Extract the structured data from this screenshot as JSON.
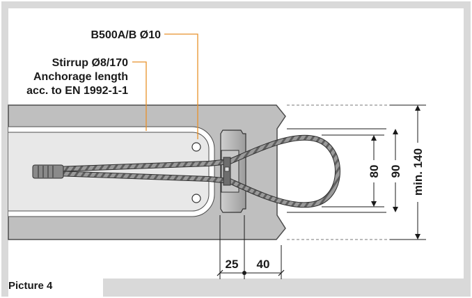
{
  "labels": {
    "rebar": "B500A/B Ø10",
    "stirrup": "Stirrup Ø8/170",
    "anchorage_1": "Anchorage length",
    "anchorage_2": "acc. to EN 1992-1-1"
  },
  "dimensions": {
    "d80": "80",
    "d90": "90",
    "d140": "min. 140",
    "d25": "25",
    "d40": "40"
  },
  "caption": "Picture 4",
  "colors": {
    "background": "#d9d9d9",
    "concrete": "#bfbfbf",
    "stirrup_inner": "#e8e8e8",
    "leader_orange": "#e8912a",
    "text": "#1a1a1a"
  }
}
